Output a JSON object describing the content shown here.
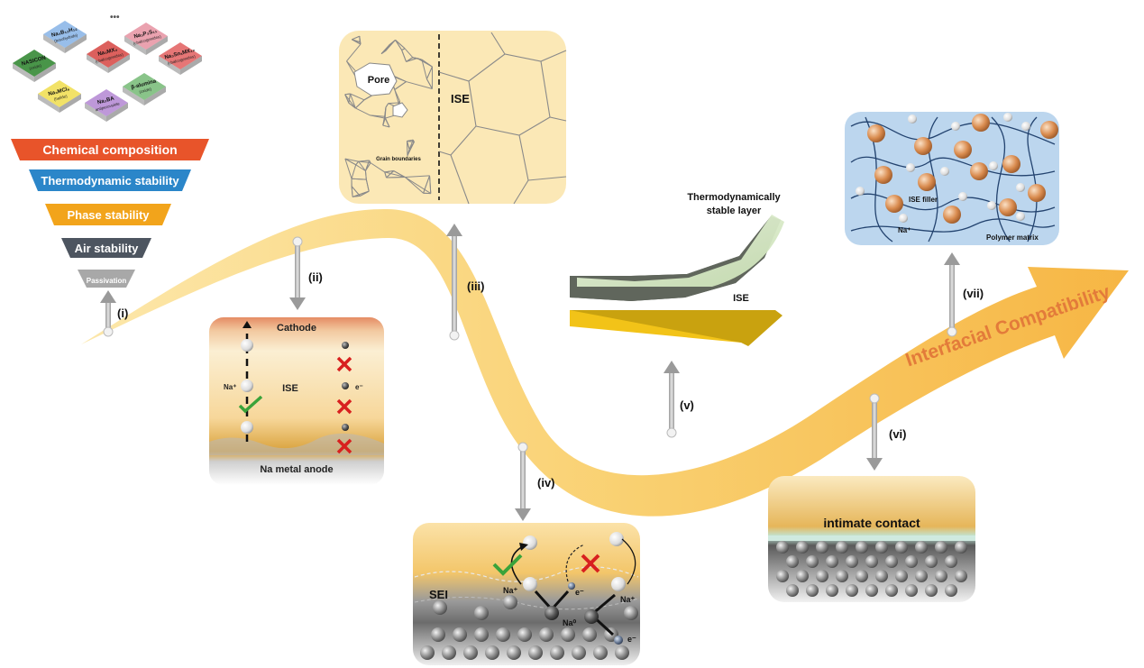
{
  "funnel": {
    "tiles": [
      {
        "main": "NASICON",
        "sub": "(oxide)",
        "color": "#3a8c3a"
      },
      {
        "main": "Na₃B₁₂H₁₂",
        "sub": "(borohydride)",
        "color": "#8fb8e8"
      },
      {
        "main": "Na₃MX₄",
        "sub": "(chalcogenides)",
        "color": "#d9534f"
      },
      {
        "main": "Na₃P₃S₁₁",
        "sub": "(chalcogenides)",
        "color": "#e89aa8"
      },
      {
        "main": "Na₃SnₓMX₁₂",
        "sub": "(chalcogenides)",
        "color": "#e46a6a"
      },
      {
        "main": "Na₃MCl₆",
        "sub": "(halide)",
        "color": "#f1e05a"
      },
      {
        "main": "Na₃BA",
        "sub": "antiperovskite",
        "color": "#b88fd6"
      },
      {
        "main": "β-alumina",
        "sub": "(oxide)",
        "color": "#7fbf7f"
      }
    ],
    "ellipsis": "•••",
    "levels": [
      {
        "label": "Chemical composition",
        "color": "#e8542a"
      },
      {
        "label": "Thermodynamic stability",
        "color": "#2b86c9"
      },
      {
        "label": "Phase stability",
        "color": "#f2a41b"
      },
      {
        "label": "Air stability",
        "color": "#4d5560"
      },
      {
        "label": "Passivation",
        "color": "#a8a8a8"
      }
    ]
  },
  "steps": {
    "i": "(i)",
    "ii": "(ii)",
    "iii": "(iii)",
    "iv": "(iv)",
    "v": "(v)",
    "vi": "(vi)",
    "vii": "(vii)"
  },
  "panel_ii": {
    "cathode": "Cathode",
    "ise": "ISE",
    "na_plus": "Na⁺",
    "e_minus": "e⁻",
    "anode": "Na metal anode"
  },
  "panel_iii": {
    "pore": "Pore",
    "grain": "Grain boundaries",
    "ise": "ISE"
  },
  "panel_iv": {
    "sei": "SEI",
    "na_plus_left": "Na⁺",
    "e_minus_mid": "e⁻",
    "na_plus_right": "Na⁺",
    "na0": "Na⁰",
    "e_minus_bottom": "e⁻"
  },
  "panel_v": {
    "layer_line1": "Thermodynamically",
    "layer_line2": "stable layer",
    "ise": "ISE"
  },
  "panel_vi": {
    "contact": "intimate contact"
  },
  "panel_vii": {
    "filler": "ISE filler",
    "na_plus": "Na⁺",
    "matrix": "Polymer matrix"
  },
  "main_arrow": {
    "label": "Interfacial Compatibility"
  }
}
